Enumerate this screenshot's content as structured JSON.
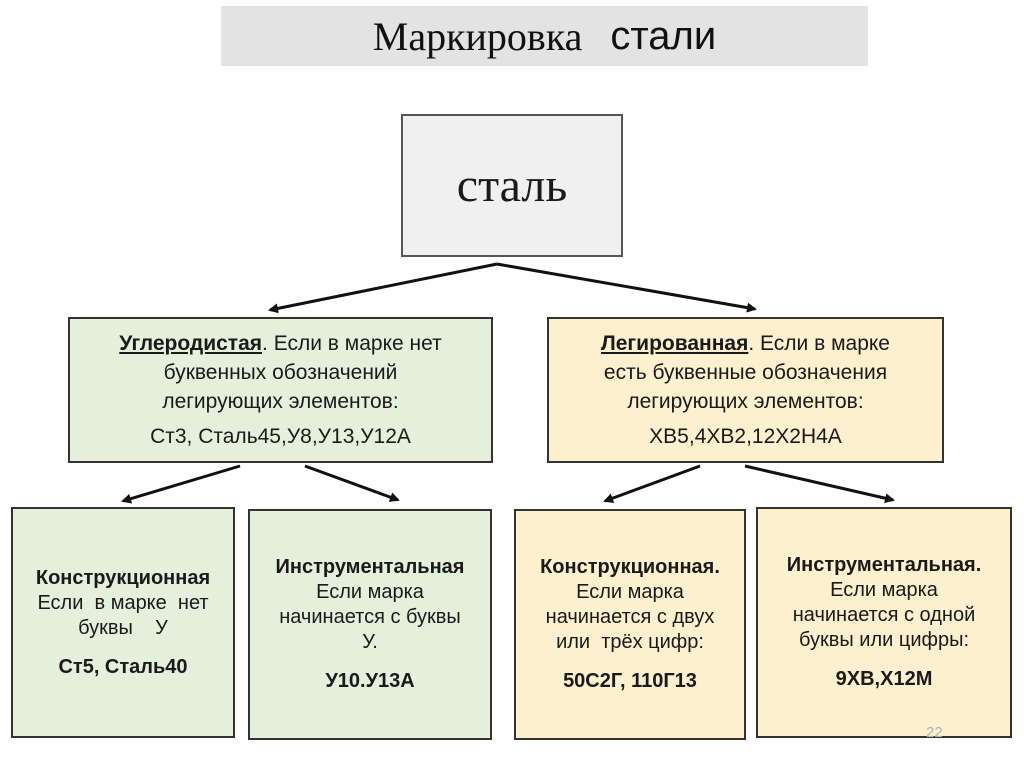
{
  "title": {
    "word1": "Маркировка",
    "word2": "стали"
  },
  "root": {
    "label": "сталь"
  },
  "carbon": {
    "heading": "Углеродистая",
    "text_line1": ". Если в марке нет",
    "text_line2": "буквенных обозначений",
    "text_line3": "легирующих элементов:",
    "examples": "Ст3, Сталь45,У8,У13,У12А",
    "structural": {
      "heading": "Конструкционная",
      "line1": "Если  в марке  нет",
      "line2": "буквы    У",
      "examples": "Ст5, Сталь40"
    },
    "tool": {
      "heading": "Инструментальная",
      "line1": "Если марка",
      "line2": "начинается с буквы",
      "line3": "У.",
      "examples": "У10.У13А"
    }
  },
  "alloy": {
    "heading": "Легированная",
    "text_line1": ". Если в марке",
    "text_line2": "есть буквенные обозначения",
    "text_line3": "легирующих элементов:",
    "examples": "ХВ5,4ХВ2,12Х2Н4А",
    "structural": {
      "heading": "Конструкционная.",
      "line1": "Если марка",
      "line2": "начинается с двух",
      "line3": "или  трёх цифр:",
      "examples": "50С2Г, 110Г13"
    },
    "tool": {
      "heading": "Инструментальная.",
      "line1": "Если марка",
      "line2": "начинается с одной",
      "line3": "буквы или цифры:",
      "examples": "9ХВ,Х12М"
    }
  },
  "page_number": "22",
  "colors": {
    "carbon_fill": "#e4efdc",
    "alloy_fill": "#fdf0cf",
    "title_fill": "#e3e3e3",
    "root_fill": "#f0f0f0"
  }
}
